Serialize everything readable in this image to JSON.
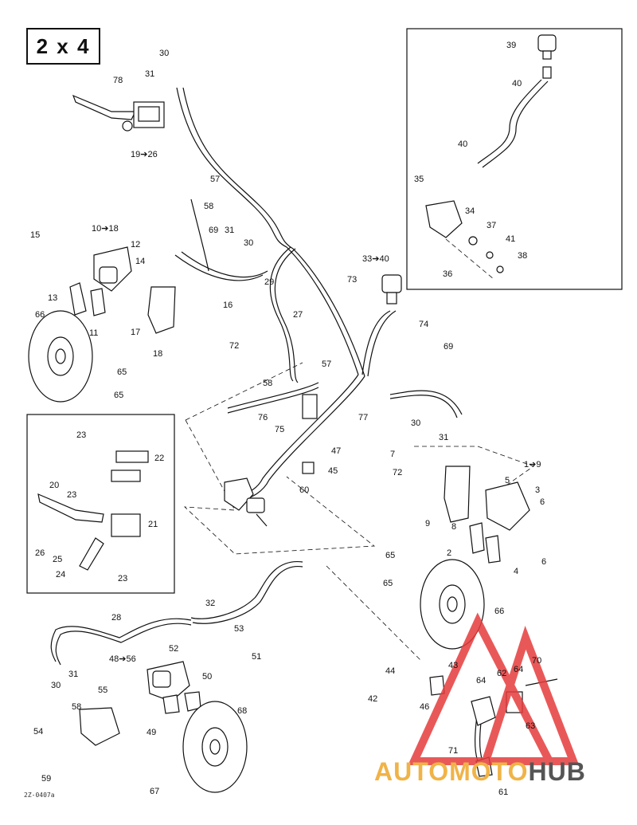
{
  "header": {
    "title": "2 x 4"
  },
  "footer": {
    "code": "2Z-0407a"
  },
  "watermark": {
    "part1": "AUTOMOTO",
    "part2": "HUB",
    "colors": {
      "accent": "#f0b347",
      "gray": "#555555",
      "red": "#e63c3c"
    }
  },
  "labels": {
    "l1": "30",
    "l2": "31",
    "l3": "78",
    "l4": "19➔26",
    "l5": "57",
    "l6": "58",
    "l7": "69",
    "l8": "31",
    "l9": "30",
    "l10": "29",
    "l11": "15",
    "l12": "10➔18",
    "l13": "12",
    "l14": "14",
    "l15": "13",
    "l16": "11",
    "l17": "17",
    "l18": "16",
    "l19": "18",
    "l20": "72",
    "l21": "66",
    "l22": "65",
    "l23": "65",
    "l24": "39",
    "l25": "40",
    "l26": "40",
    "l27": "35",
    "l28": "34",
    "l29": "37",
    "l30": "41",
    "l31": "38",
    "l32": "36",
    "l33": "33➔40",
    "l34": "73",
    "l35": "74",
    "l36": "27",
    "l37": "69",
    "l38": "57",
    "l39": "58",
    "l40": "76",
    "l41": "75",
    "l42": "77",
    "l43": "30",
    "l44": "31",
    "l45": "47",
    "l46": "45",
    "l47": "60",
    "l48": "7",
    "l49": "1➔9",
    "l50": "72",
    "l51": "5",
    "l52": "3",
    "l53": "6",
    "l54": "9",
    "l55": "8",
    "l56": "6",
    "l57": "2",
    "l58": "4",
    "l59": "65",
    "l60": "65",
    "l61": "66",
    "l62": "23",
    "l63": "22",
    "l64": "20",
    "l65": "23",
    "l66": "21",
    "l67": "26",
    "l68": "25",
    "l69": "24",
    "l70": "23",
    "l71": "32",
    "l72": "28",
    "l73": "53",
    "l74": "51",
    "l75": "52",
    "l76": "48➔56",
    "l77": "50",
    "l78": "30",
    "l79": "31",
    "l80": "55",
    "l81": "58",
    "l82": "54",
    "l83": "49",
    "l84": "68",
    "l85": "59",
    "l86": "67",
    "l87": "44",
    "l88": "43",
    "l89": "42",
    "l90": "46",
    "l91": "64",
    "l92": "62",
    "l93": "64",
    "l94": "70",
    "l95": "63",
    "l96": "71",
    "l97": "61"
  }
}
